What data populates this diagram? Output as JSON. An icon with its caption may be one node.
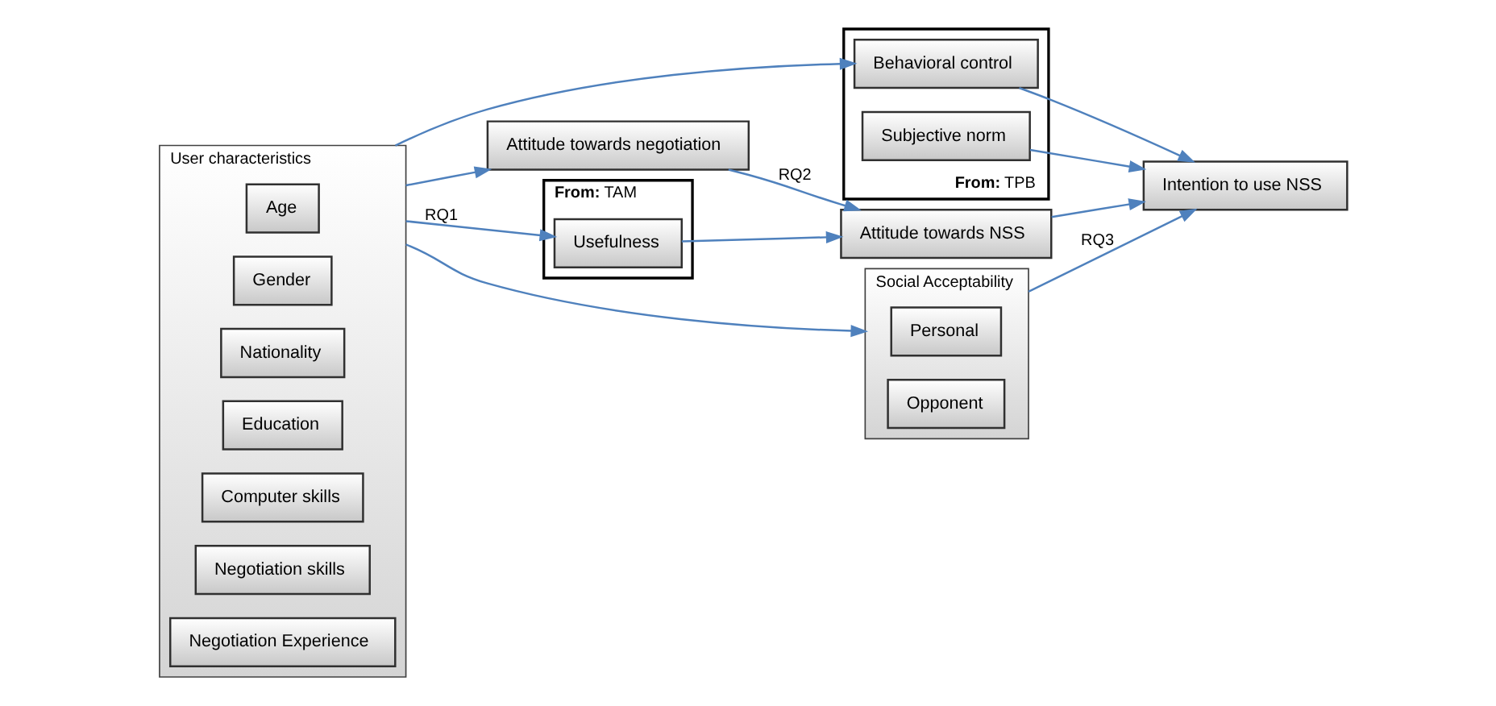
{
  "diagram": {
    "nodes": [
      {
        "text": [
          "User characteristics"
        ]
      },
      {
        "text": [
          "Age"
        ],
        "in": 0
      },
      {
        "text": [
          "Gender"
        ],
        "in": 0
      },
      {
        "text": [
          "Nationality"
        ],
        "in": 0
      },
      {
        "text": [
          "Education"
        ],
        "in": 0
      },
      {
        "text": [
          "Computer skills"
        ],
        "in": 0
      },
      {
        "text": [
          "Negotiation skills"
        ],
        "in": 0
      },
      {
        "text": [
          "Negotiation Experience"
        ],
        "in": 0
      },
      {
        "text": [
          "**From:** TAM"
        ]
      },
      {
        "text": [
          "Usefulness"
        ],
        "in": 8
      },
      {
        "text": [
          "**From:** TPB"
        ]
      },
      {
        "text": [
          "Attitude towards negotiation"
        ]
      },
      {
        "text": [
          "Attitude towards NSS"
        ]
      },
      {
        "text": [
          "Intention to use NSS"
        ]
      },
      {
        "text": [
          "Behavioral control"
        ],
        "in": 10
      },
      {
        "text": [
          "Subjective norm"
        ],
        "in": 10
      },
      {
        "text": [
          "Social Acceptability"
        ]
      },
      {
        "text": [
          "Personal"
        ],
        "in": 16
      },
      {
        "text": [
          "Opponent"
        ],
        "in": 16
      }
    ],
    "edges": [
      {
        "from": 0,
        "to": 9,
        "arrow": "to",
        "label": "RQ1"
      },
      {
        "from": 0,
        "to": 11,
        "arrow": "to"
      },
      {
        "from": 0,
        "to": 14,
        "arrow": "to"
      },
      {
        "from": 0,
        "to": 16,
        "arrow": "to"
      },
      {
        "from": 9,
        "to": 12,
        "arrow": "to"
      },
      {
        "from": 11,
        "to": 12,
        "arrow": "to",
        "label": "RQ2"
      },
      {
        "from": 12,
        "to": 13,
        "arrow": "to"
      },
      {
        "from": 14,
        "to": 13,
        "arrow": "to"
      },
      {
        "from": 15,
        "to": 13,
        "arrow": "to"
      },
      {
        "from": 16,
        "to": 13,
        "arrow": "to",
        "label": "RQ3"
      }
    ]
  }
}
